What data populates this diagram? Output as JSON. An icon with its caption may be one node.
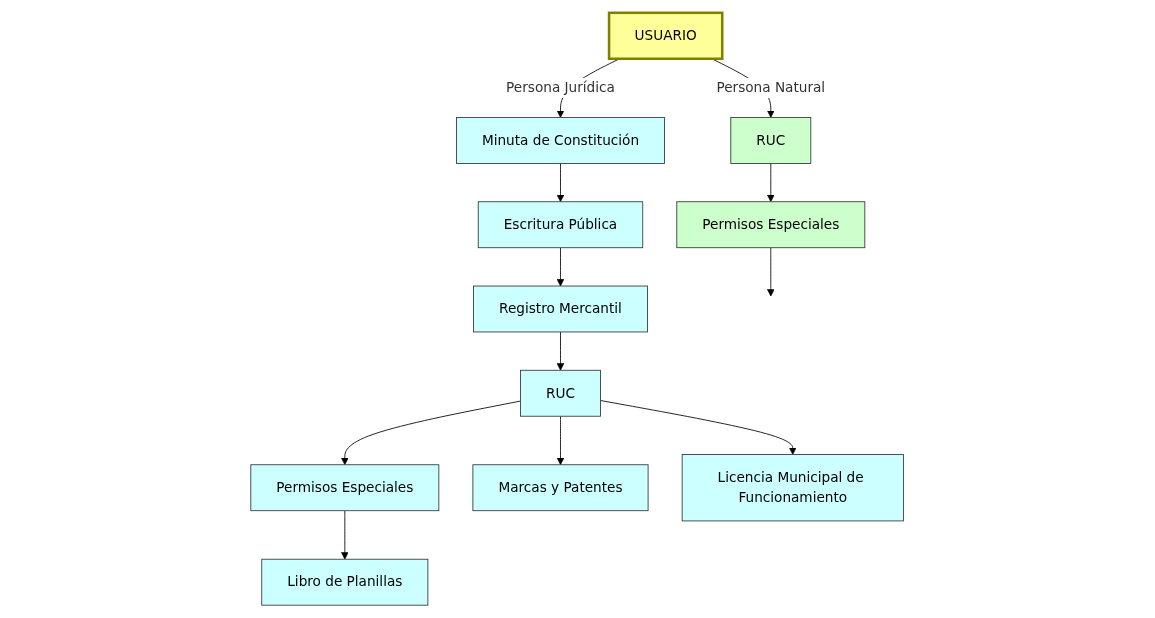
{
  "diagram": {
    "nodes": [
      {
        "text": [
          "USUARIO"
        ]
      },
      {
        "text": [
          "RUC"
        ]
      },
      {
        "text": [
          "Permisos Especiales"
        ]
      },
      {
        "text": [
          "Minuta de Constitución"
        ]
      },
      {
        "text": [
          "Escritura Pública"
        ]
      },
      {
        "text": [
          "Registro Mercantil"
        ]
      },
      {
        "text": [
          "RUC"
        ]
      },
      {
        "text": [
          "Permisos Especiales"
        ]
      },
      {
        "text": [
          "Libro de Planillas"
        ]
      },
      {
        "text": [
          "Marcas y Patentes"
        ]
      },
      {
        "text": [
          "Licencia Municipal de Funcionamiento"
        ]
      }
    ],
    "edges": [
      {
        "from": 0,
        "to": 1,
        "arrow": "to",
        "label": "Persona Natural"
      },
      {
        "from": 0,
        "to": 3,
        "arrow": "to",
        "label": "Persona Jurídica"
      },
      {
        "from": 1,
        "to": 2,
        "arrow": "to"
      },
      {
        "from": 2,
        "to": null,
        "arrow": "to"
      },
      {
        "from": 3,
        "to": 4,
        "arrow": "to"
      },
      {
        "from": 4,
        "to": 5,
        "arrow": "to"
      },
      {
        "from": 5,
        "to": 6,
        "arrow": "to"
      },
      {
        "from": 6,
        "to": 7,
        "arrow": "to"
      },
      {
        "from": 7,
        "to": 8,
        "arrow": "to"
      },
      {
        "from": 6,
        "to": 9,
        "arrow": "to"
      },
      {
        "from": 6,
        "to": 10,
        "arrow": "to"
      }
    ]
  }
}
